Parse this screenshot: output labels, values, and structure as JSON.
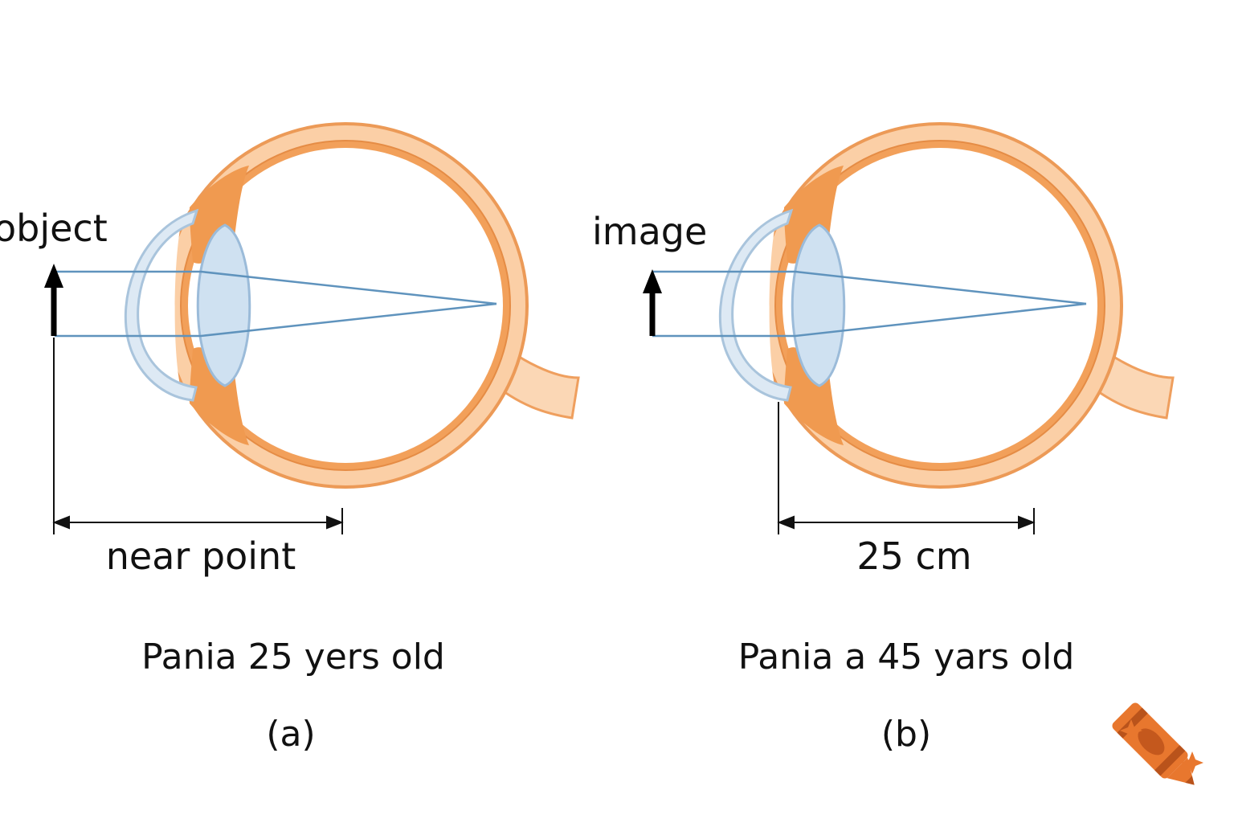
{
  "panels": [
    {
      "id": "a",
      "arrow_label": "object",
      "distance_label": "near point",
      "caption": "Pania 25 yers old",
      "letter": "(a)"
    },
    {
      "id": "b",
      "arrow_label": "image",
      "distance_label": "25 cm",
      "caption": "Pania a 45 yars old",
      "letter": "(b)"
    }
  ],
  "colors": {
    "eye_outer": "#f9c79c",
    "eye_outline": "#ec9a57",
    "eye_inner": "#f3a45f",
    "iris": "#ef9a52",
    "lens": "#cfe1f1",
    "lens_outline": "#9bbbd9",
    "ray": "#5f93bd",
    "arrow": "#000000"
  },
  "icons": [
    "crayon-logo-icon"
  ]
}
